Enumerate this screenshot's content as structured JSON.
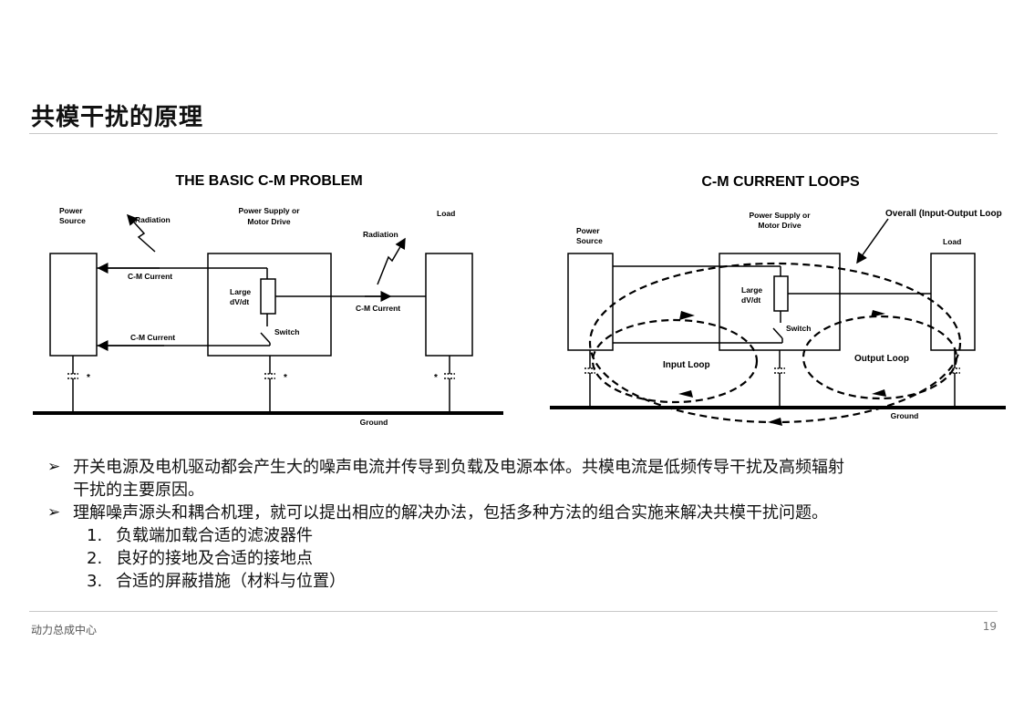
{
  "page": {
    "title": "共模干扰的原理",
    "footer_left": "动力总成中心",
    "page_number": "19"
  },
  "diagram_left": {
    "title": "THE BASIC C-M PROBLEM",
    "power_source": [
      "Power",
      "Source"
    ],
    "radiation_1": "Radiation",
    "supply": [
      "Power Supply or",
      "Motor Drive"
    ],
    "radiation_2": "Radiation",
    "load": "Load",
    "cm_current_top": "C-M Current",
    "cm_current_right": "C-M Current",
    "cm_current_bottom": "C-M Current",
    "large": "Large",
    "dvdt": "dV/dt",
    "switch": "Switch",
    "ground": "Ground",
    "star": "*"
  },
  "diagram_right": {
    "title": "C-M CURRENT LOOPS",
    "power_source": [
      "Power",
      "Source"
    ],
    "supply": [
      "Power Supply or",
      "Motor Drive"
    ],
    "overall": "Overall (Input-Output Loop",
    "load": "Load",
    "large": "Large",
    "dvdt": "dV/dt",
    "switch": "Switch",
    "input_loop": "Input Loop",
    "output_loop": "Output Loop",
    "ground": "Ground"
  },
  "bullets": [
    {
      "lines": [
        "开关电源及电机驱动都会产生大的噪声电流并传导到负载及电源本体。共模电流是低频传导干扰及高频辐射",
        "干扰的主要原因。"
      ]
    },
    {
      "lines": [
        "理解噪声源头和耦合机理，就可以提出相应的解决办法，包括多种方法的组合实施来解决共模干扰问题。"
      ]
    }
  ],
  "sub_items": [
    {
      "num": "1.",
      "text": "负载端加载合适的滤波器件"
    },
    {
      "num": "2.",
      "text": "良好的接地及合适的接地点"
    },
    {
      "num": "3.",
      "text": "合适的屏蔽措施（材料与位置）"
    }
  ]
}
